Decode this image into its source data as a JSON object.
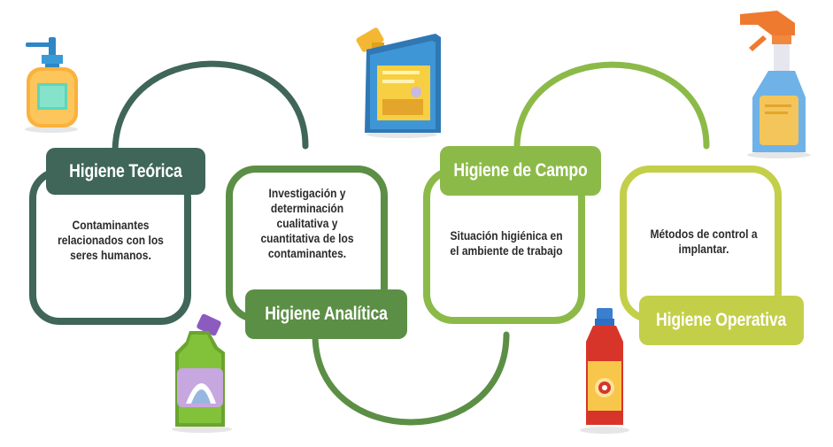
{
  "colors": {
    "dark_green": "#3f6658",
    "medium_green": "#5b8f45",
    "light_green": "#8cba49",
    "lime": "#c3cf48"
  },
  "stages": [
    {
      "title": "Higiene Teórica",
      "description": "Contaminantes relacionados con los seres humanos."
    },
    {
      "title": "Higiene Analítica",
      "description": "Investigación y determinación cualitativa y cuantitativa de los contaminantes."
    },
    {
      "title": "Higiene de Campo",
      "description": "Situación higiénica en el ambiente de trabajo"
    },
    {
      "title": "Higiene Operativa",
      "description": "Métodos de control a implantar."
    }
  ],
  "icons": [
    "soap-dispenser-icon",
    "detergent-jug-icon",
    "spray-bottle-icon",
    "bleach-bottle-icon",
    "cleaner-bottle-icon"
  ]
}
